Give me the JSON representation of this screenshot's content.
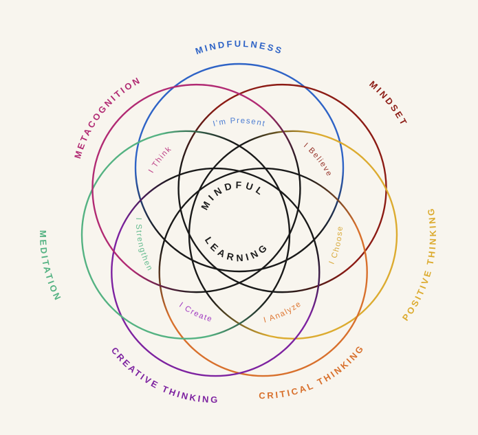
{
  "background": "#f8f5ee",
  "center_badge": {
    "word1": "MINDFUL",
    "word2": "LEARNING",
    "color": "#1c1c1c"
  },
  "dark_core_color": "#191919",
  "petals": [
    {
      "id": "mindfulness",
      "label": "MINDFULNESS",
      "inner_label": "I'm Present",
      "color": "#2e63c6",
      "inner_color": "#4b7cd2",
      "angle": 0,
      "label_style": "rainbow",
      "label_radius": 176
    },
    {
      "id": "mindset",
      "label": "MINDSET",
      "inner_label": "I Believe",
      "color": "#8c1b14",
      "inner_color": "#98382e",
      "angle": 51.43,
      "label_style": "rainbow",
      "label_radius": 196
    },
    {
      "id": "positive-thinking",
      "label": "POSITIVE THINKING",
      "inner_label": "I Choose",
      "color": "#dcab2f",
      "inner_color": "#d8a93a",
      "angle": 102.86,
      "label_style": "smile",
      "label_radius": 208
    },
    {
      "id": "critical-thinking",
      "label": "CRITICAL THINKING",
      "inner_label": "I Analyze",
      "color": "#d8702c",
      "inner_color": "#de7733",
      "angle": 154.29,
      "label_style": "smile",
      "label_radius": 184
    },
    {
      "id": "creative-thinking",
      "label": "CREATIVE THINKING",
      "inner_label": "I Create",
      "color": "#7d22a0",
      "inner_color": "#a13cc2",
      "angle": 205.71,
      "label_style": "smile",
      "label_radius": 190
    },
    {
      "id": "meditation",
      "label": "MEDITATION",
      "inner_label": "I Strengthen",
      "color": "#54b282",
      "inner_color": "#66bc90",
      "angle": 257.14,
      "label_style": "smile",
      "label_radius": 212
    },
    {
      "id": "metacognition",
      "label": "METACOGNITION",
      "inner_label": "I Think",
      "color": "#b12a73",
      "inner_color": "#bf4489",
      "angle": 308.57,
      "label_style": "rainbow",
      "label_radius": 174
    }
  ]
}
